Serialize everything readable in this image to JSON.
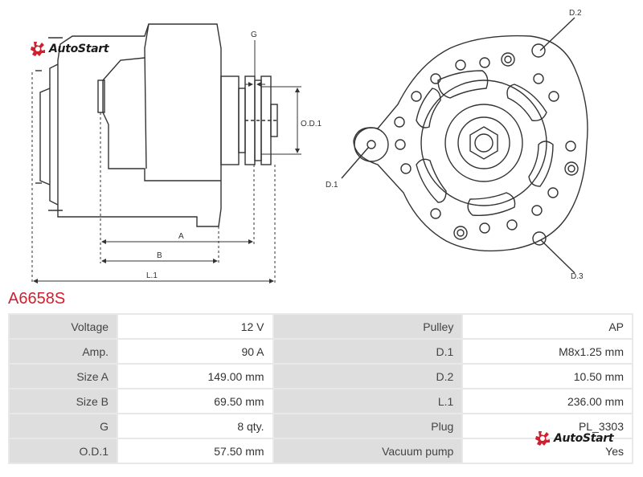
{
  "brand": {
    "name": "AutoStart",
    "accent": "#d0202f"
  },
  "part": {
    "number": "A6658S"
  },
  "drawing": {
    "labels": {
      "G": "G",
      "OD1": "O.D.1",
      "A": "A",
      "B": "B",
      "L1": "L.1",
      "D1": "D.1",
      "D2": "D.2",
      "D3": "D.3"
    }
  },
  "specs": {
    "rows": [
      {
        "label1": "Voltage",
        "value1": "12 V",
        "label2": "Pulley",
        "value2": "AP"
      },
      {
        "label1": "Amp.",
        "value1": "90 A",
        "label2": "D.1",
        "value2": "M8x1.25 mm"
      },
      {
        "label1": "Size A",
        "value1": "149.00 mm",
        "label2": "D.2",
        "value2": "10.50 mm"
      },
      {
        "label1": "Size B",
        "value1": "69.50 mm",
        "label2": "L.1",
        "value2": "236.00 mm"
      },
      {
        "label1": "G",
        "value1": "8 qty.",
        "label2": "Plug",
        "value2": "PL_3303"
      },
      {
        "label1": "O.D.1",
        "value1": "57.50 mm",
        "label2": "Vacuum pump",
        "value2": "Yes"
      }
    ]
  }
}
